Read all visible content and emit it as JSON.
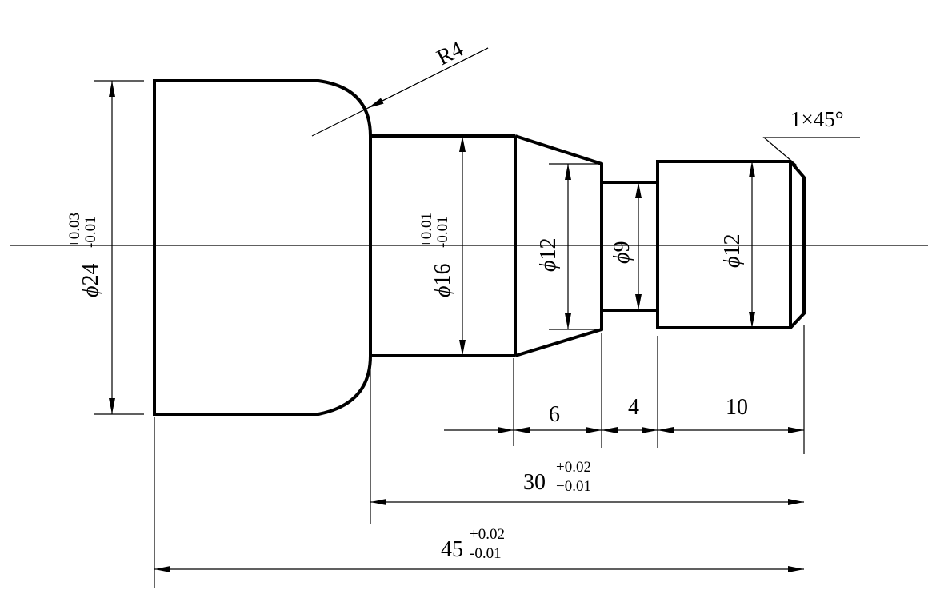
{
  "dimensions": {
    "radius": "R4",
    "chamfer": "1×45°",
    "dia_24": {
      "symbol": "ϕ",
      "value": "24",
      "upper": "+0.03",
      "lower": "-0.01"
    },
    "dia_16": {
      "symbol": "ϕ",
      "value": "16",
      "upper": "+0.01",
      "lower": "-0.01"
    },
    "dia_12_cone": {
      "symbol": "ϕ",
      "value": "12"
    },
    "dia_9": {
      "symbol": "ϕ",
      "value": "9"
    },
    "dia_12_end": {
      "symbol": "ϕ",
      "value": "12"
    },
    "len_6": "6",
    "len_4": "4",
    "len_10": "10",
    "len_30": {
      "value": "30",
      "upper": "+0.02",
      "lower": "−0.01"
    },
    "len_45": {
      "value": "45",
      "upper": "+0.02",
      "lower": "-0.01"
    }
  }
}
